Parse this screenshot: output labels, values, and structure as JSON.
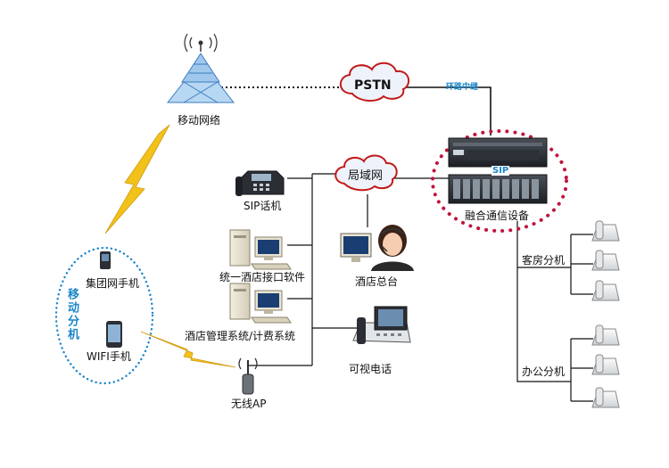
{
  "nodes": {
    "mobile_network": "移动网络",
    "pstn": "PSTN",
    "trunk": "环路中继",
    "lan": "局域网",
    "sip": "SIP",
    "unified_device": "融合通信设备",
    "sip_phone": "SIP话机",
    "interface_software": "统一酒店接口软件",
    "hotel_management": "酒店管理系统/计费系统",
    "operator": "酒店总台",
    "video_phone": "可视电话",
    "wireless_ap": "无线AP",
    "group_phone": "集团网手机",
    "wifi_phone": "WIFI手机",
    "mobile_extension": "移动分机",
    "guest_extension": "客房分机",
    "office_extension": "办公分机"
  },
  "colors": {
    "line": "#111111",
    "accent_blue": "#1a86c8",
    "server_red_dots": "#c0143c",
    "lightning": "#f2c21b",
    "cloud_fill": "#eef3fb",
    "cloud_stroke": "#c31a1a"
  },
  "icons": [
    "mobile-tower-icon",
    "pstn-cloud-icon",
    "lan-cloud-icon",
    "server-rack-icon",
    "ip-phone-icon",
    "pc-workstation-icon",
    "operator-headset-icon",
    "video-phone-icon",
    "wireless-ap-icon",
    "mobile-phone-icon",
    "desk-phone-icon",
    "lightning-icon"
  ]
}
